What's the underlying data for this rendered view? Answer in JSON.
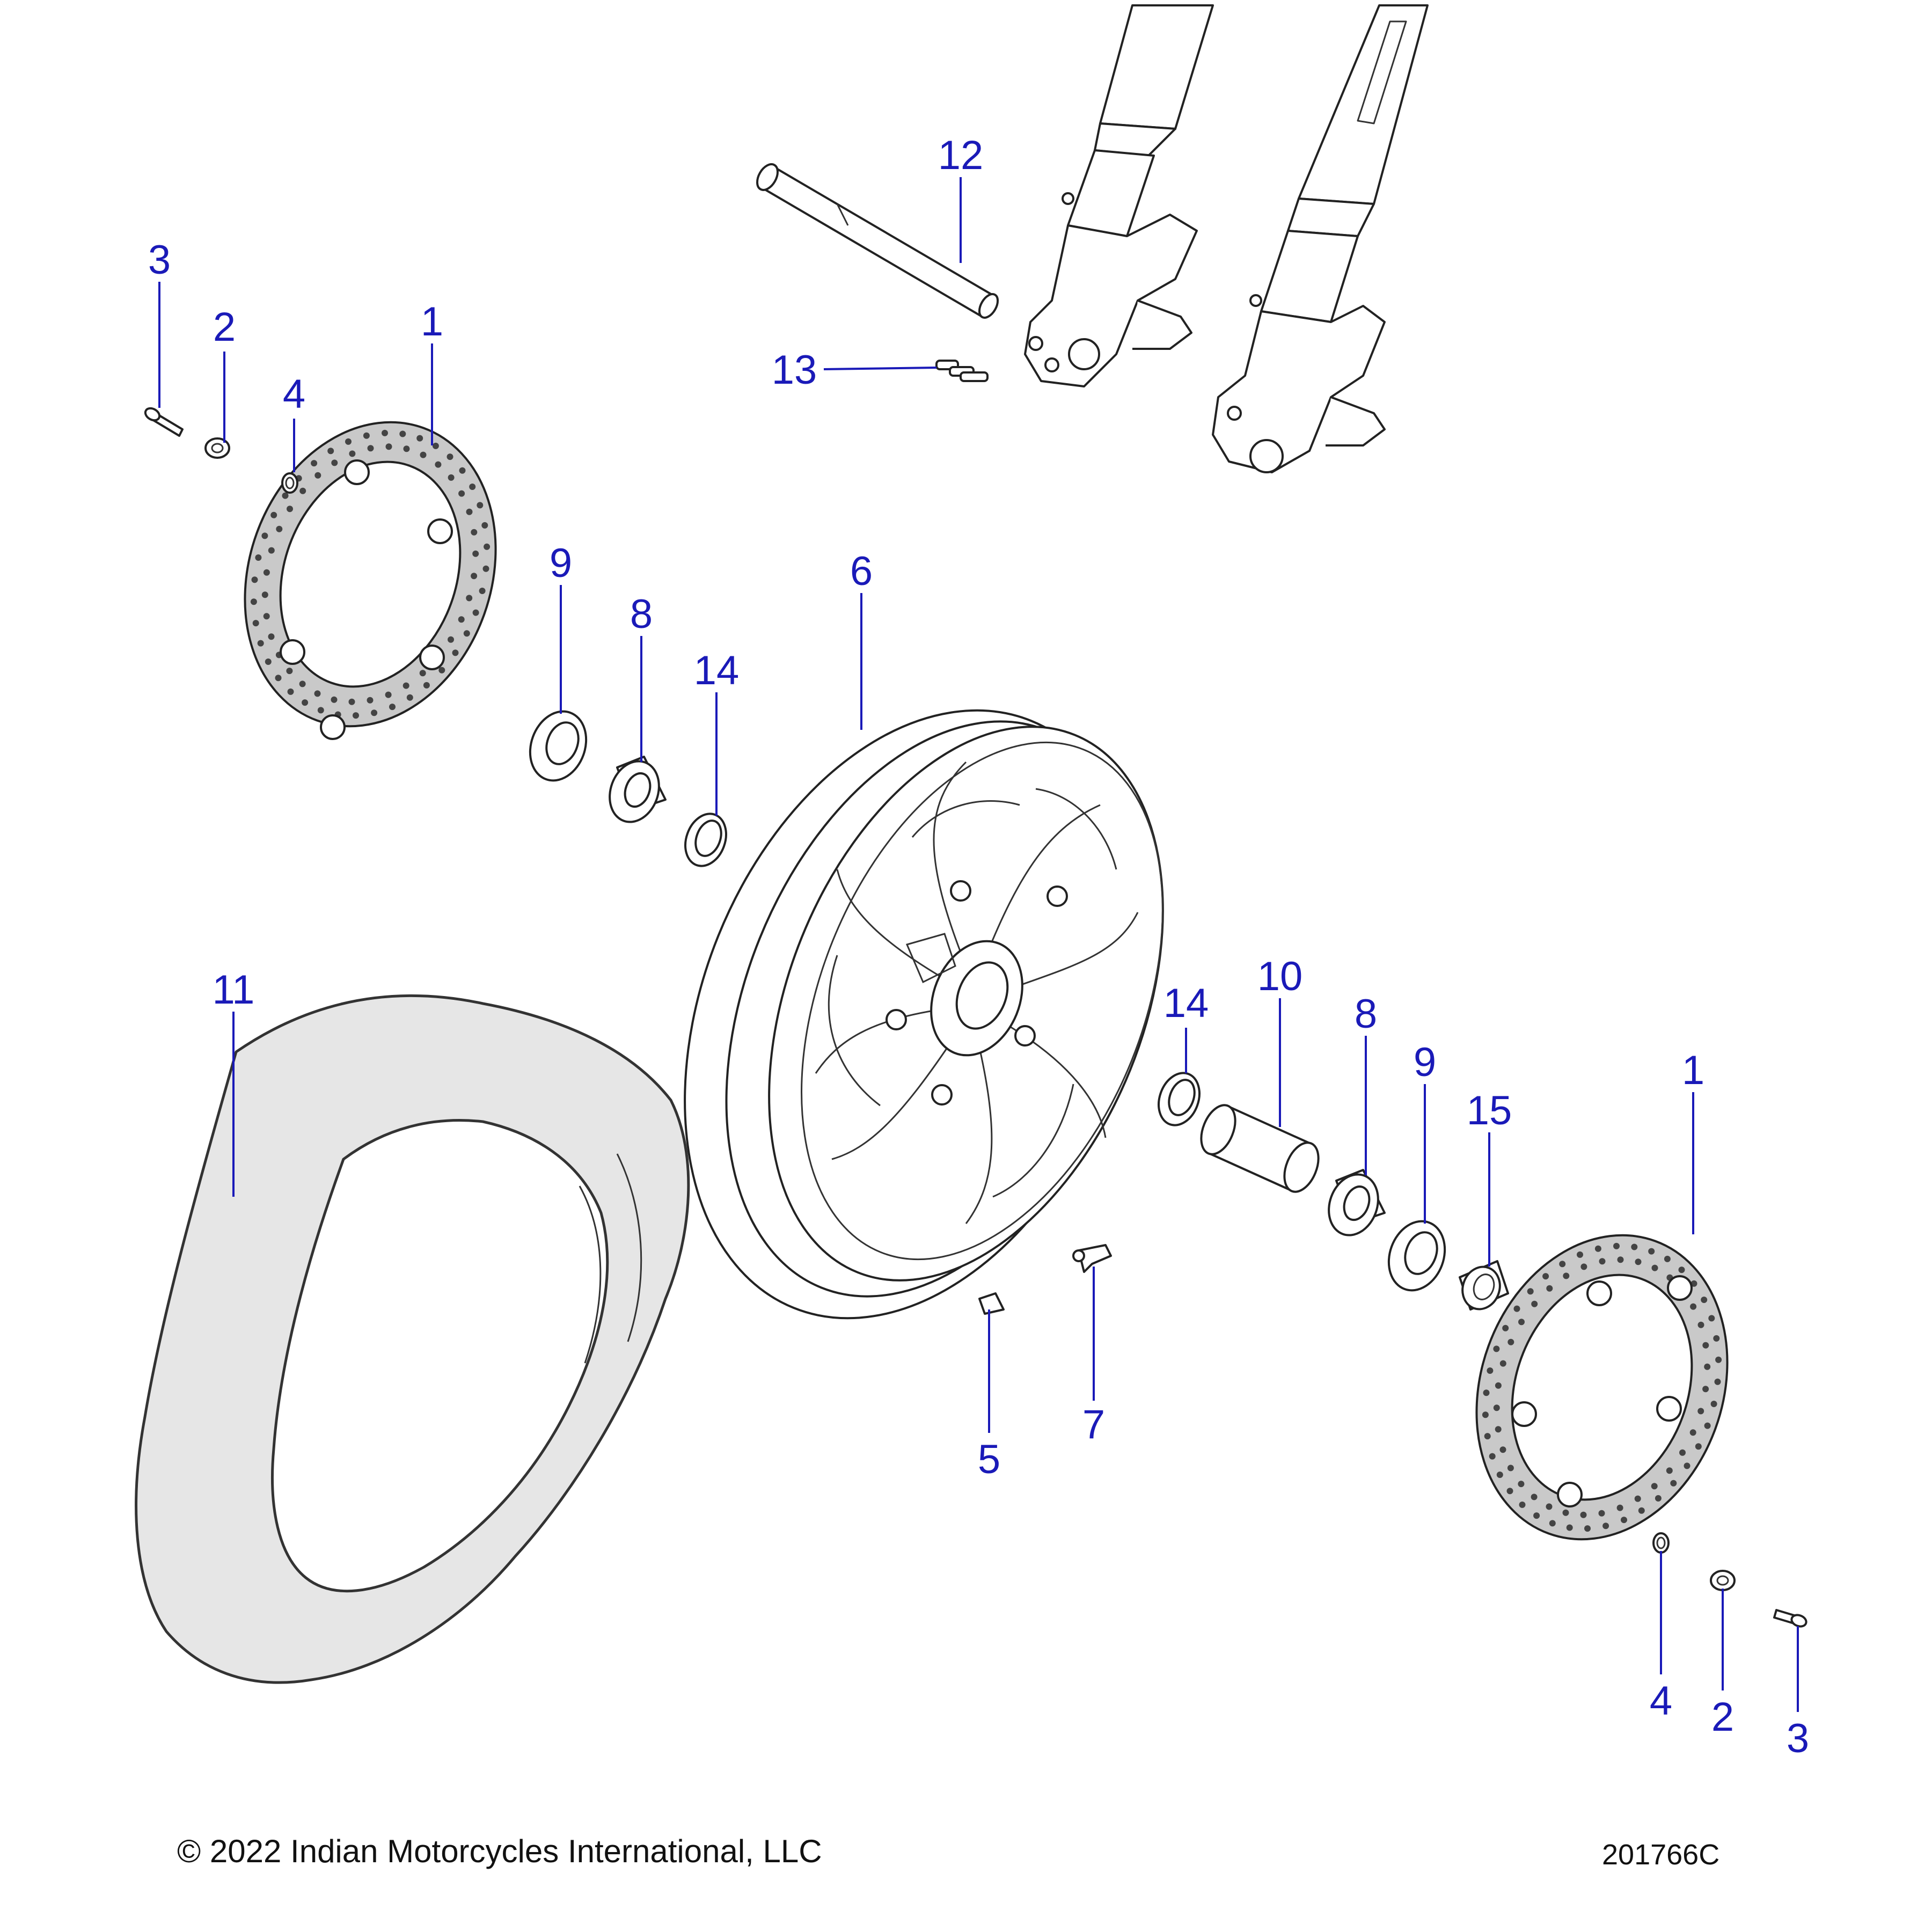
{
  "callouts": [
    {
      "id": "c1-left",
      "label": "1"
    },
    {
      "id": "c2-left",
      "label": "2"
    },
    {
      "id": "c3-left",
      "label": "3"
    },
    {
      "id": "c4-left",
      "label": "4"
    },
    {
      "id": "c9-left",
      "label": "9"
    },
    {
      "id": "c8-left",
      "label": "8"
    },
    {
      "id": "c14-left",
      "label": "14"
    },
    {
      "id": "c6",
      "label": "6"
    },
    {
      "id": "c12",
      "label": "12"
    },
    {
      "id": "c13",
      "label": "13"
    },
    {
      "id": "c11",
      "label": "11"
    },
    {
      "id": "c14-right",
      "label": "14"
    },
    {
      "id": "c10",
      "label": "10"
    },
    {
      "id": "c8-right",
      "label": "8"
    },
    {
      "id": "c9-right",
      "label": "9"
    },
    {
      "id": "c15",
      "label": "15"
    },
    {
      "id": "c1-right",
      "label": "1"
    },
    {
      "id": "c5",
      "label": "5"
    },
    {
      "id": "c7",
      "label": "7"
    },
    {
      "id": "c4-right",
      "label": "4"
    },
    {
      "id": "c2-right",
      "label": "2"
    },
    {
      "id": "c3-right",
      "label": "3"
    }
  ],
  "footer": {
    "copyright": "© 2022 Indian Motorcycles International, LLC",
    "diagram_id": "201766C"
  },
  "colors": {
    "callout": "#1a1ab8",
    "line": "#222222",
    "rotor_fill": "#c9c9c9",
    "tire_fill": "#e6e6e6"
  }
}
